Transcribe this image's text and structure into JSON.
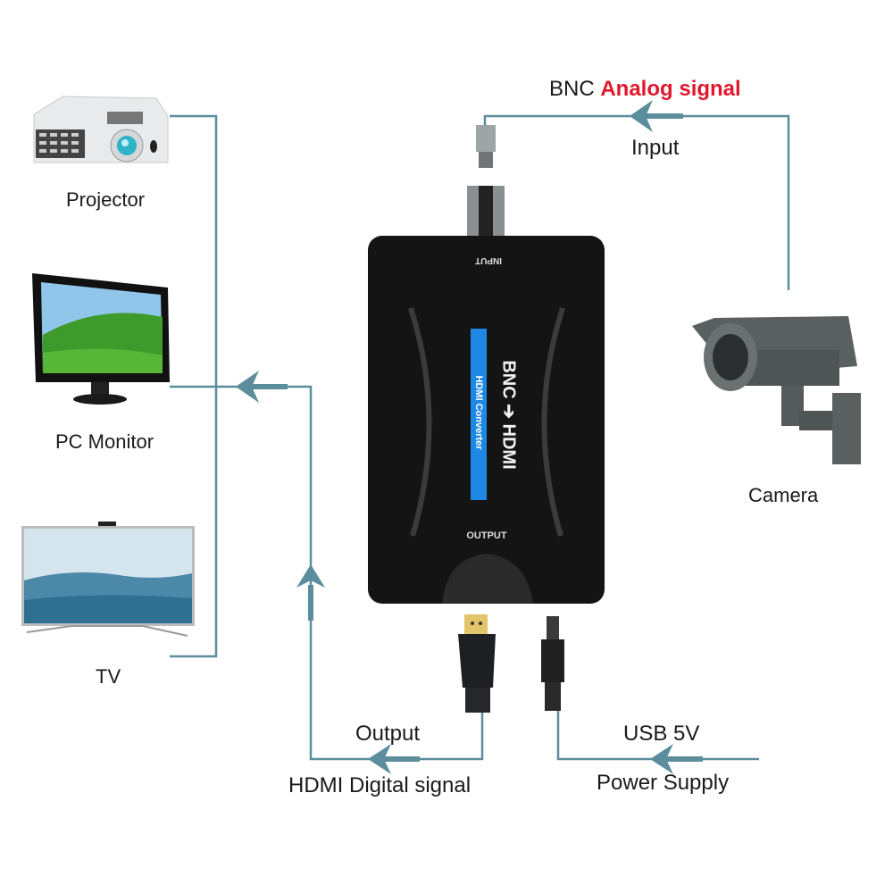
{
  "colors": {
    "wire": "#5b8d9c",
    "analog_red": "#e0182b",
    "device_body": "#141414",
    "label_blue": "#1e88e5"
  },
  "top": {
    "bnc_prefix": "BNC",
    "analog_signal": "Analog signal",
    "input": "Input"
  },
  "devices": {
    "projector": "Projector",
    "pc_monitor": "PC Monitor",
    "tv": "TV",
    "camera": "Camera"
  },
  "converter": {
    "input_port_label": "INPUT",
    "title": "BNC ➔ HDMI",
    "subtitle": "HDMI Converter",
    "output_port_label": "OUTPUT"
  },
  "bottom": {
    "output": "Output",
    "hdmi_digital_signal": "HDMI Digital signal",
    "usb_5v": "USB 5V",
    "power_supply": "Power Supply"
  },
  "icons": {
    "arrow": "arrow-left",
    "arrow_up": "arrow-up"
  }
}
